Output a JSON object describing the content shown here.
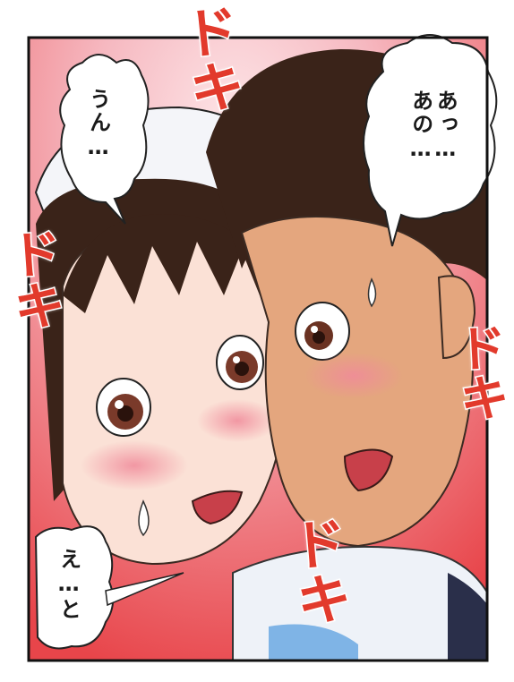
{
  "panel": {
    "speech_girl_top": "うん…",
    "speech_boy": "あっ…\nあの…",
    "speech_girl_bottom": "え…と",
    "sfx": [
      "ドキ",
      "ドキ",
      "ドキ",
      "ドキ"
    ]
  },
  "colors": {
    "background_red": "#e8454a",
    "background_pink": "#f6b8c0",
    "sfx_red": "#e23a2c",
    "skin_boy": "#e4a67e",
    "skin_girl": "#fbe1d6",
    "hair_dark": "#3a2319",
    "blush": "#f08a9a",
    "hat_white": "#f4f5f9"
  }
}
